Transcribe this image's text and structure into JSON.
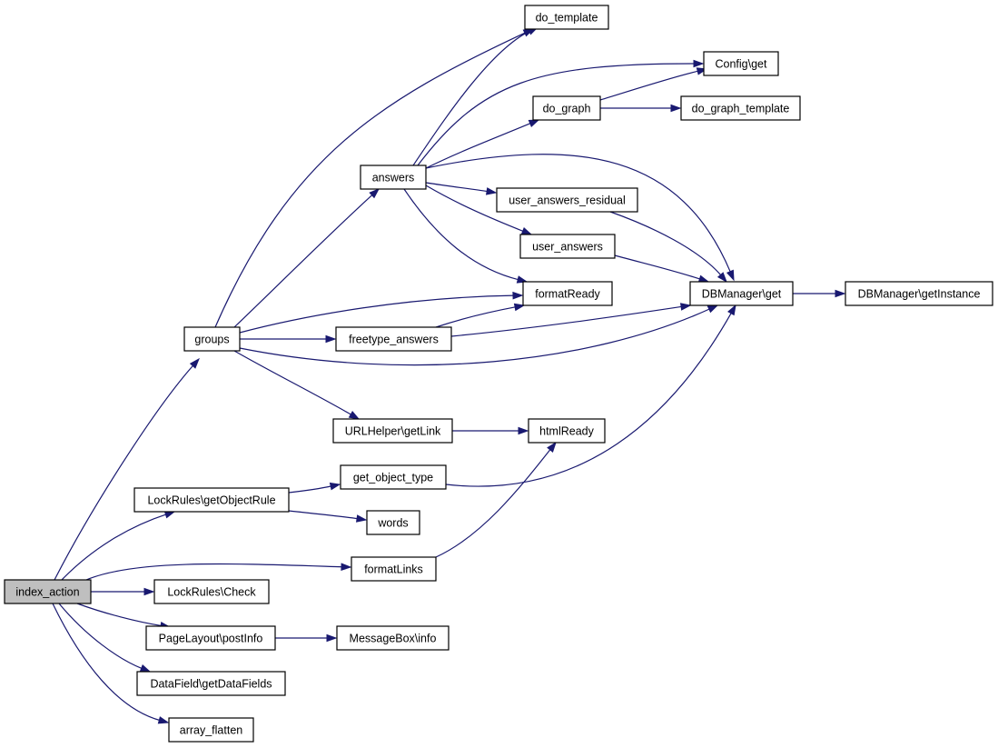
{
  "diagram": {
    "edge_color": "#191970",
    "root_fill": "#bfbfbf",
    "nodes": [
      {
        "id": "index_action",
        "label": "index_action",
        "root": true
      },
      {
        "id": "groups",
        "label": "groups"
      },
      {
        "id": "lockrules_getobjectrule",
        "label": "LockRules\\getObjectRule"
      },
      {
        "id": "lockrules_check",
        "label": "LockRules\\Check"
      },
      {
        "id": "pagelayout_postinfo",
        "label": "PageLayout\\postInfo"
      },
      {
        "id": "datafield_getdatafields",
        "label": "DataField\\getDataFields"
      },
      {
        "id": "array_flatten",
        "label": "array_flatten"
      },
      {
        "id": "answers",
        "label": "answers"
      },
      {
        "id": "freetype_answers",
        "label": "freetype_answers"
      },
      {
        "id": "urlhelper_getlink",
        "label": "URLHelper\\getLink"
      },
      {
        "id": "get_object_type",
        "label": "get_object_type"
      },
      {
        "id": "words",
        "label": "words"
      },
      {
        "id": "formatlinks",
        "label": "formatLinks"
      },
      {
        "id": "messagebox_info",
        "label": "MessageBox\\info"
      },
      {
        "id": "do_template",
        "label": "do_template"
      },
      {
        "id": "do_graph",
        "label": "do_graph"
      },
      {
        "id": "user_answers_residual",
        "label": "user_answers_residual"
      },
      {
        "id": "user_answers",
        "label": "user_answers"
      },
      {
        "id": "formatready",
        "label": "formatReady"
      },
      {
        "id": "htmlready",
        "label": "htmlReady"
      },
      {
        "id": "config_get",
        "label": "Config\\get"
      },
      {
        "id": "do_graph_template",
        "label": "do_graph_template"
      },
      {
        "id": "dbmanager_get",
        "label": "DBManager\\get"
      },
      {
        "id": "dbmanager_getinstance",
        "label": "DBManager\\getInstance"
      }
    ],
    "edges": [
      [
        "index_action",
        "groups"
      ],
      [
        "index_action",
        "lockrules_getobjectrule"
      ],
      [
        "index_action",
        "formatlinks"
      ],
      [
        "index_action",
        "lockrules_check"
      ],
      [
        "index_action",
        "pagelayout_postinfo"
      ],
      [
        "index_action",
        "datafield_getdatafields"
      ],
      [
        "index_action",
        "array_flatten"
      ],
      [
        "groups",
        "do_template"
      ],
      [
        "groups",
        "answers"
      ],
      [
        "groups",
        "formatready"
      ],
      [
        "groups",
        "freetype_answers"
      ],
      [
        "groups",
        "dbmanager_get"
      ],
      [
        "groups",
        "urlhelper_getlink"
      ],
      [
        "answers",
        "do_template"
      ],
      [
        "answers",
        "config_get"
      ],
      [
        "answers",
        "do_graph"
      ],
      [
        "answers",
        "dbmanager_get"
      ],
      [
        "answers",
        "user_answers_residual"
      ],
      [
        "answers",
        "user_answers"
      ],
      [
        "answers",
        "formatready"
      ],
      [
        "do_graph",
        "config_get"
      ],
      [
        "do_graph",
        "do_graph_template"
      ],
      [
        "user_answers_residual",
        "dbmanager_get"
      ],
      [
        "user_answers",
        "dbmanager_get"
      ],
      [
        "freetype_answers",
        "formatready"
      ],
      [
        "freetype_answers",
        "dbmanager_get"
      ],
      [
        "dbmanager_get",
        "dbmanager_getinstance"
      ],
      [
        "urlhelper_getlink",
        "htmlready"
      ],
      [
        "lockrules_getobjectrule",
        "get_object_type"
      ],
      [
        "lockrules_getobjectrule",
        "words"
      ],
      [
        "get_object_type",
        "dbmanager_get"
      ],
      [
        "formatlinks",
        "htmlready"
      ],
      [
        "pagelayout_postinfo",
        "messagebox_info"
      ]
    ]
  }
}
